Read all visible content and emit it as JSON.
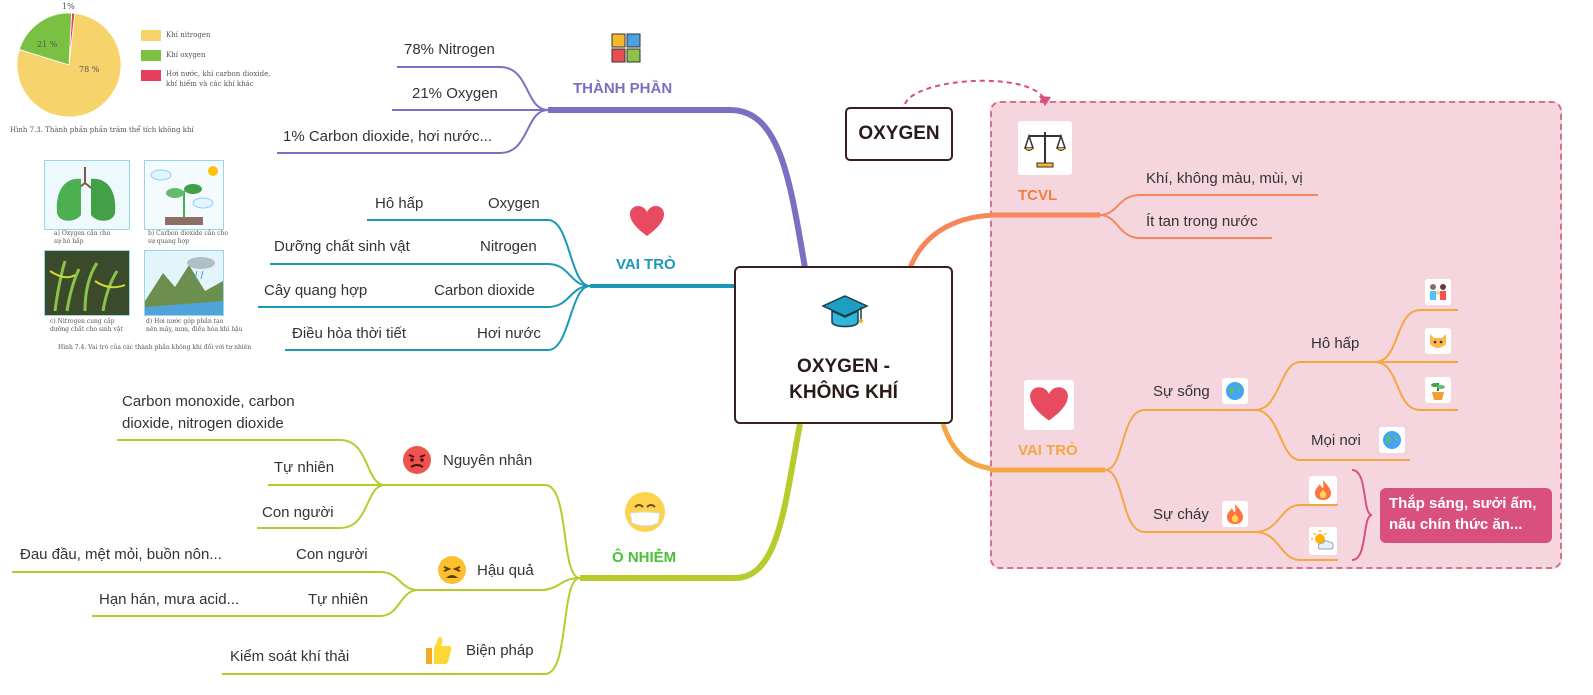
{
  "center": {
    "title_line1": "OXYGEN -",
    "title_line2": "KHÔNG KHÍ"
  },
  "oxygen_box": {
    "label": "OXYGEN"
  },
  "left": {
    "thanh_phan": {
      "label": "THÀNH PHẦN",
      "items": [
        "78% Nitrogen",
        "21% Oxygen",
        "1% Carbon dioxide, hơi nước..."
      ]
    },
    "vai_tro": {
      "label": "VAI TRÒ",
      "rows": [
        {
          "role": "Hô hấp",
          "gas": "Oxygen"
        },
        {
          "role": "Dưỡng chất sinh vật",
          "gas": "Nitrogen"
        },
        {
          "role": "Cây quang hợp",
          "gas": "Carbon dioxide"
        },
        {
          "role": "Điều hòa thời tiết",
          "gas": "Hơi nước"
        }
      ]
    },
    "o_nhiem": {
      "label": "Ô NHIỄM",
      "nguyen_nhan": {
        "label": "Nguyên nhân",
        "top_line1": "Carbon monoxide, carbon",
        "top_line2": "dioxide, nitrogen dioxide",
        "items": [
          "Tự nhiên",
          "Con người"
        ]
      },
      "hau_qua": {
        "label": "Hậu quả",
        "rows": [
          {
            "source": "Con người",
            "effect": "Đau đầu, mệt mỏi, buồn nôn..."
          },
          {
            "source": "Tự nhiên",
            "effect": "Hạn hán, mưa acid..."
          }
        ]
      },
      "bien_phap": {
        "label": "Biện pháp",
        "item": "Kiểm soát khí thải"
      }
    }
  },
  "right": {
    "tcvl": {
      "label": "TCVL",
      "items": [
        "Khí, không màu, mùi, vị",
        "Ít tan trong nước"
      ]
    },
    "vai_tro": {
      "label": "VAI TRÒ",
      "su_song": "Sự sống",
      "ho_hap": "Hô hấp",
      "moi_noi": "Mọi nơi",
      "su_chay": "Sự cháy",
      "note": "Thắp sáng, sưởi ấm, nấu chín thức ăn..."
    }
  },
  "figure_pie": {
    "top_label": "1%",
    "slices": [
      {
        "label": "78 %",
        "value": 78,
        "color": "#f7d36b"
      },
      {
        "label": "21 %",
        "value": 21,
        "color": "#7ac143"
      },
      {
        "label": "",
        "value": 1,
        "color": "#e63e5c"
      }
    ],
    "legend": [
      "Khí nitrogen",
      "Khí oxygen",
      "Hơi nước, khí carbon dioxide,",
      "khí hiếm và các khí khác"
    ],
    "caption": "Hình 7.3. Thành phần phần trăm thể tích không khí"
  },
  "figure_roles": {
    "captions": [
      "a) Oxygen cần cho",
      "sự hô hấp",
      "b) Carbon dioxide cần cho",
      "sự quang hợp",
      "c) Nitrogen cung cấp",
      "dưỡng chất cho sinh vật",
      "d) Hơi nước góp phần tạo",
      "nên mây, mưa, điều hòa khí hậu"
    ],
    "caption": "Hình 7.4. Vai trò của các thành phần không khí đối với tự nhiên"
  },
  "colors": {
    "thanh_phan": "#7b6fc2",
    "vai_tro_left": "#1b98b8",
    "o_nhiem": "#b7cc2c",
    "tcvl": "#f5875a",
    "vai_tro_right": "#f5a644",
    "pink": "#d9507e"
  }
}
